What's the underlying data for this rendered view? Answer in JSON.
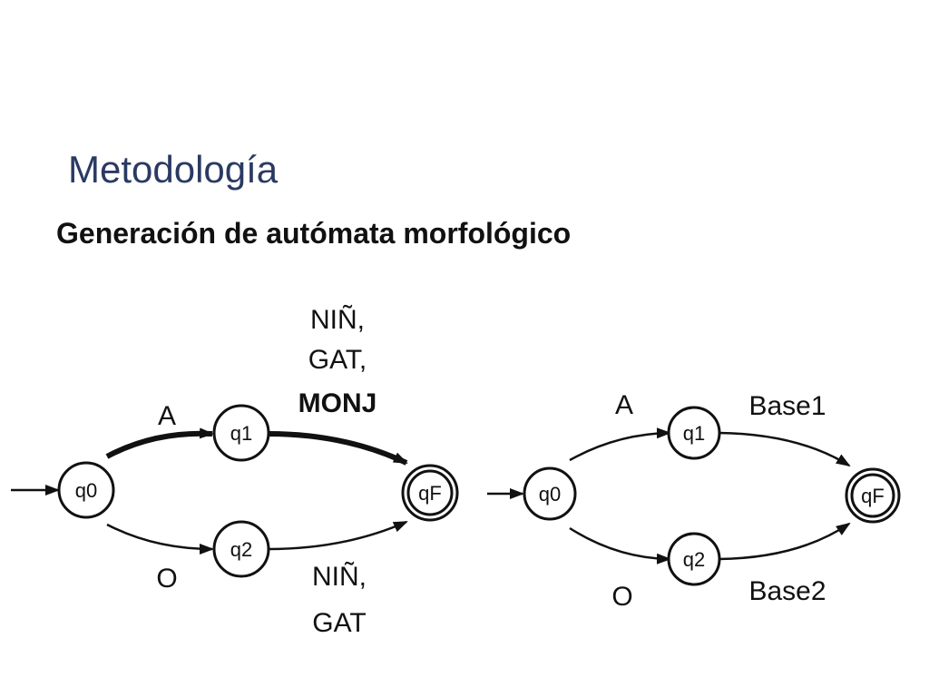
{
  "title": "Metodología",
  "subtitle": "Generación de autómata morfológico",
  "colors": {
    "title": "#2a3a62",
    "text": "#111111",
    "background": "#ffffff"
  },
  "automaton_left": {
    "states": {
      "start": "q0",
      "upper": "q1",
      "lower": "q2",
      "final": "qF"
    },
    "labels": {
      "upper_in": "A",
      "upper_out": [
        "NIÑ,",
        "GAT,",
        "MONJ"
      ],
      "lower_in": "O",
      "lower_out": [
        "NIÑ,",
        "GAT"
      ]
    }
  },
  "automaton_right": {
    "states": {
      "start": "q0",
      "upper": "q1",
      "lower": "q2",
      "final": "qF"
    },
    "labels": {
      "upper_in": "A",
      "upper_out": "Base1",
      "lower_in": "O",
      "lower_out": "Base2"
    }
  }
}
